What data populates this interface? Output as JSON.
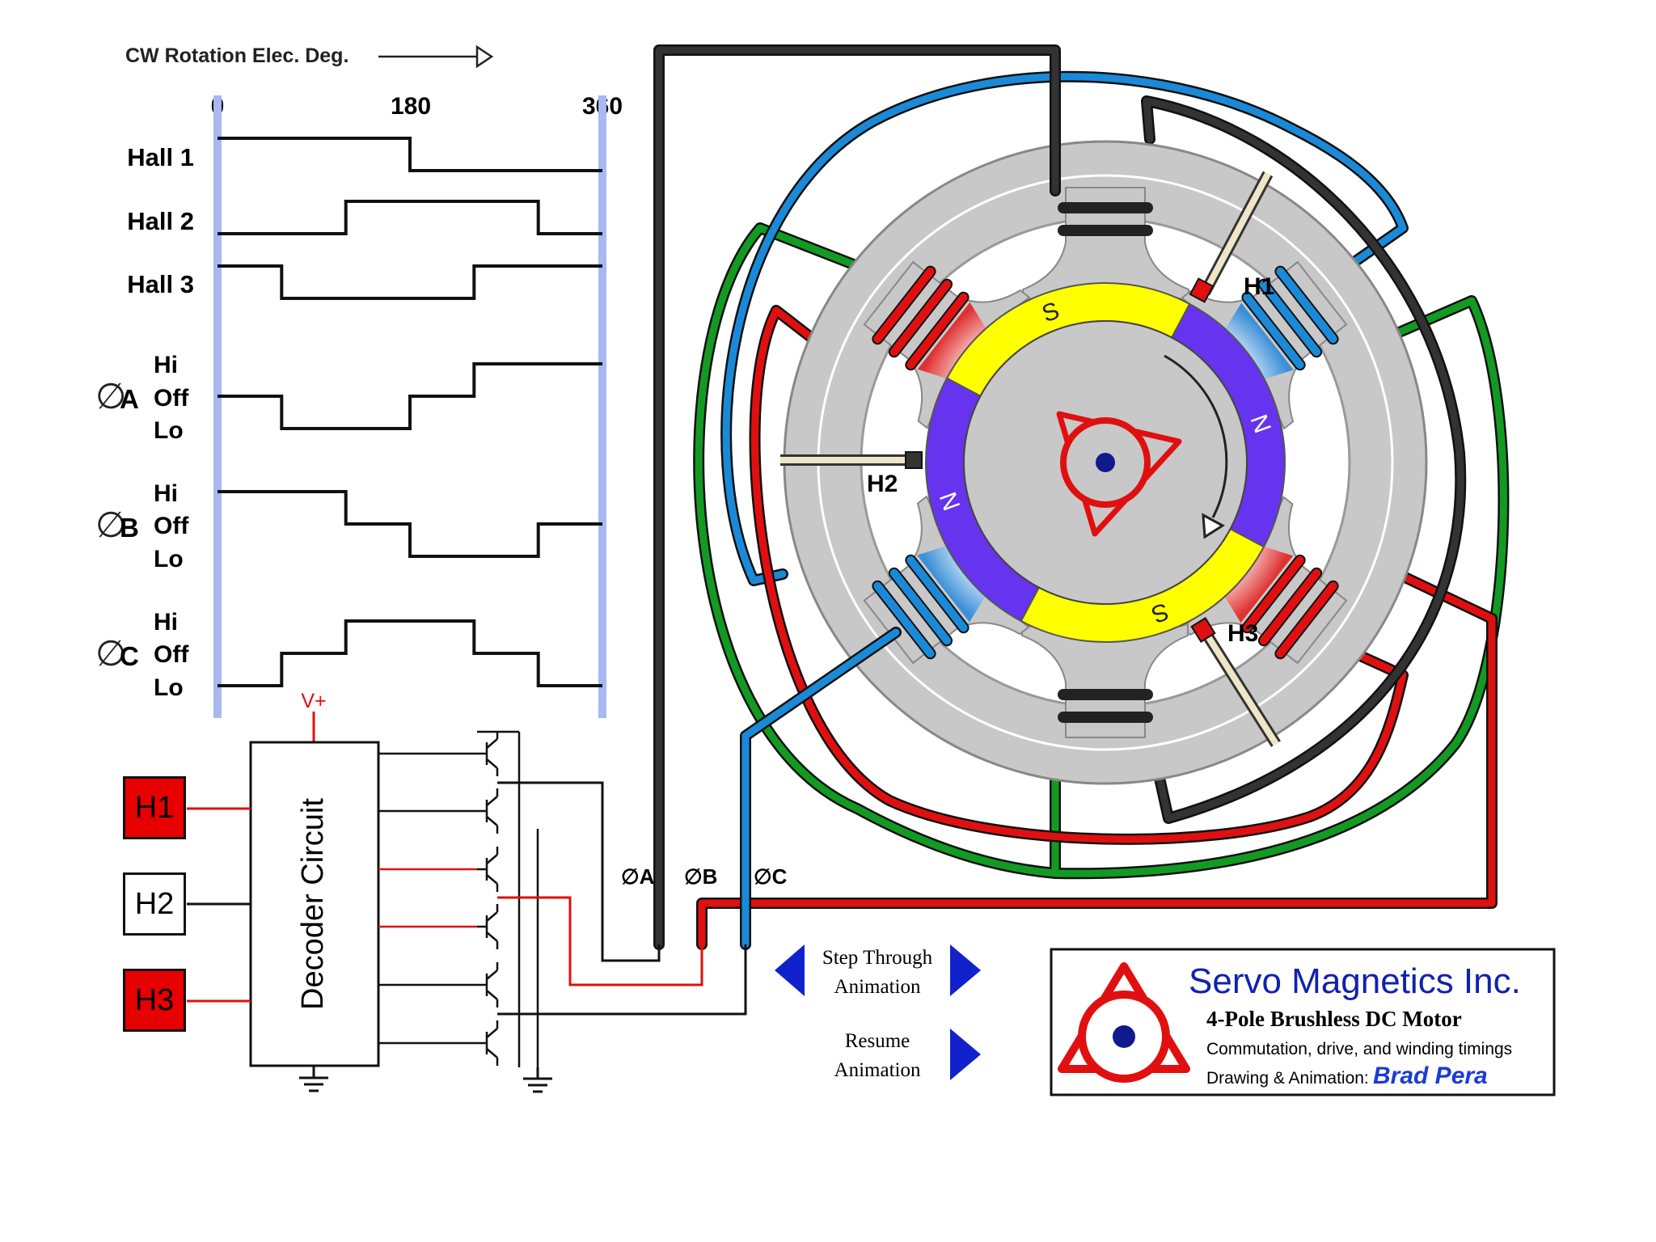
{
  "timing": {
    "axis_title": "CW Rotation Elec. Deg.",
    "ticks": [
      "0",
      "180",
      "360"
    ],
    "signals": [
      {
        "label": "Hall 1",
        "points": [
          [
            0,
            1
          ],
          [
            180,
            1
          ],
          [
            180,
            0
          ],
          [
            360,
            0
          ]
        ]
      },
      {
        "label": "Hall 2",
        "points": [
          [
            0,
            0
          ],
          [
            120,
            0
          ],
          [
            120,
            1
          ],
          [
            300,
            1
          ],
          [
            300,
            0
          ],
          [
            360,
            0
          ]
        ]
      },
      {
        "label": "Hall 3",
        "points": [
          [
            0,
            1
          ],
          [
            60,
            1
          ],
          [
            60,
            0
          ],
          [
            240,
            0
          ],
          [
            240,
            1
          ],
          [
            360,
            1
          ]
        ]
      }
    ],
    "phases": [
      {
        "symbol": "∅",
        "letter": "A",
        "levels": [
          "Hi",
          "Off",
          "Lo"
        ],
        "points": [
          [
            0,
            0
          ],
          [
            60,
            0
          ],
          [
            60,
            -1
          ],
          [
            180,
            -1
          ],
          [
            180,
            0
          ],
          [
            240,
            0
          ],
          [
            240,
            1
          ],
          [
            360,
            1
          ]
        ]
      },
      {
        "symbol": "∅",
        "letter": "B",
        "levels": [
          "Hi",
          "Off",
          "Lo"
        ],
        "points": [
          [
            0,
            1
          ],
          [
            120,
            1
          ],
          [
            120,
            0
          ],
          [
            180,
            0
          ],
          [
            180,
            -1
          ],
          [
            300,
            -1
          ],
          [
            300,
            0
          ],
          [
            360,
            0
          ]
        ]
      },
      {
        "symbol": "∅",
        "letter": "C",
        "levels": [
          "Hi",
          "Off",
          "Lo"
        ],
        "points": [
          [
            0,
            -1
          ],
          [
            60,
            -1
          ],
          [
            60,
            0
          ],
          [
            120,
            0
          ],
          [
            120,
            1
          ],
          [
            240,
            1
          ],
          [
            240,
            0
          ],
          [
            300,
            0
          ],
          [
            300,
            -1
          ],
          [
            360,
            -1
          ]
        ]
      }
    ]
  },
  "circuit": {
    "decoder_label": "Decoder Circuit",
    "vplus": "V+",
    "sensors": [
      "H1",
      "H2",
      "H3"
    ],
    "phase_labels": [
      "∅A",
      "∅B",
      "∅C"
    ]
  },
  "motor": {
    "hall_labels": [
      "H1",
      "H2",
      "H3"
    ],
    "magnet_labels": [
      "S",
      "N",
      "S",
      "N"
    ]
  },
  "controls": {
    "step_label": [
      "Step Through",
      "Animation"
    ],
    "resume_label": [
      "Resume",
      "Animation"
    ]
  },
  "brand": {
    "company": "Servo Magnetics Inc.",
    "title": "4-Pole Brushless DC Motor",
    "subtitle": "Commutation, drive, and winding timings",
    "credit_label": "Drawing & Animation:",
    "credit_name": "Brad Pera"
  },
  "colors": {
    "black_wire": "#333333",
    "blue_wire": "#1a8ad8",
    "red_wire": "#e01010",
    "green_wire": "#139a23",
    "stator": "#c8c8c8",
    "magnet_s": "#ffff00",
    "magnet_n": "#6633ee",
    "guide": "#a8b8f0",
    "arrow": "#1122cc"
  }
}
